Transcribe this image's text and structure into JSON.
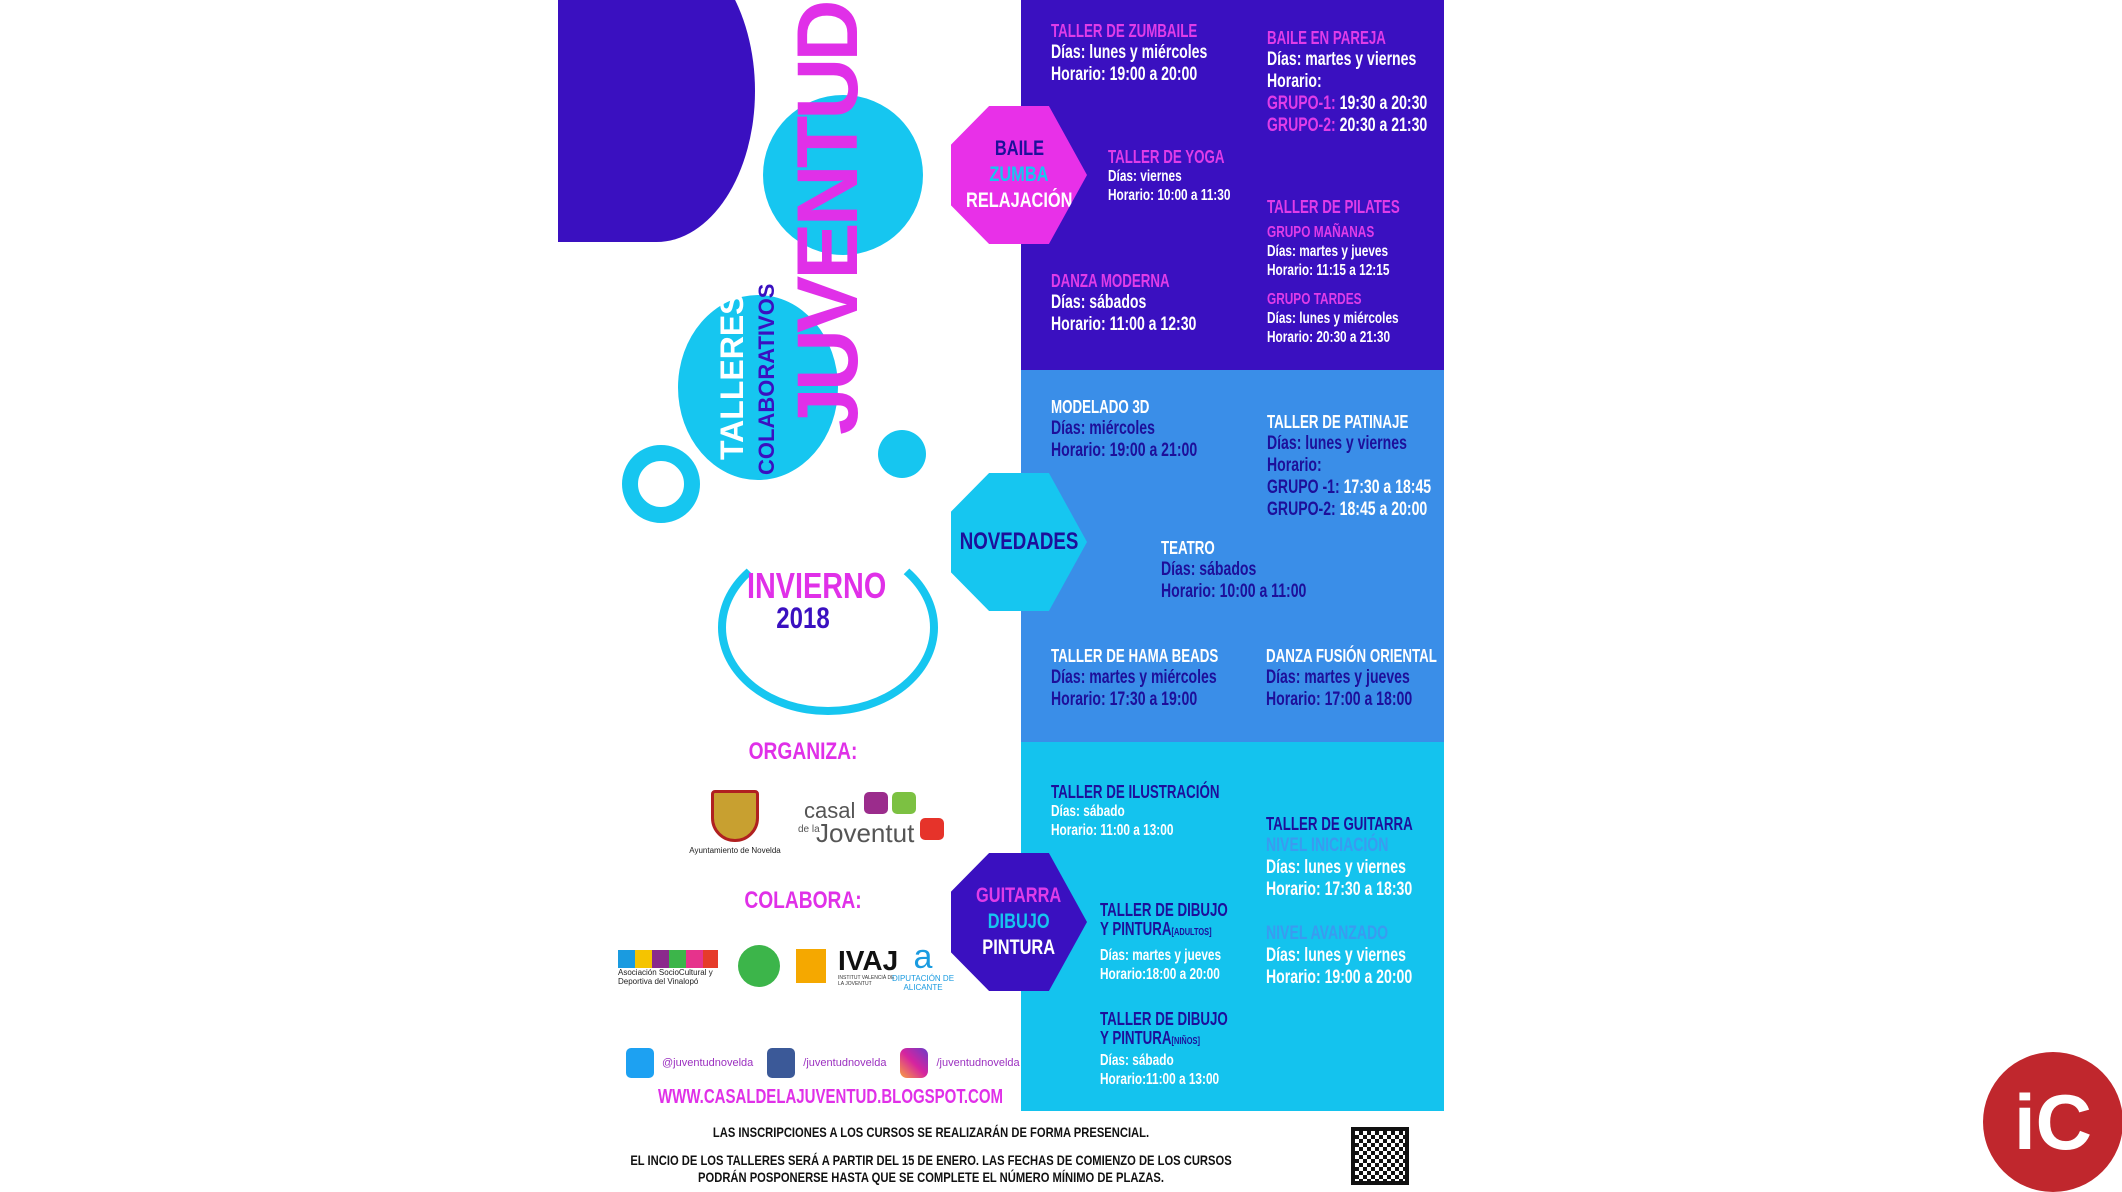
{
  "left": {
    "title": "JUVENTUD",
    "subtitle1": "TALLERES",
    "subtitle2": "COLABORATIVOS",
    "season": "INVIERNO",
    "year": "2018",
    "organiza": "ORGANIZA:",
    "ayto": "Ayuntamiento de Novelda",
    "casal1": "casal",
    "casal2": "de la",
    "casal3": "Joventut",
    "colabora": "COLABORA:",
    "assoc": "Asociación SocioCultural y Deportiva del Vinalopó",
    "ivaj": "IVAJ",
    "ivaj_sub": "INSTITUT VALENCIÀ DE LA JOVENTUT",
    "dip": "DIPUTACIÓN DE ALICANTE",
    "twitter": "@juventudnovelda",
    "facebook": "/juventudnovelda",
    "instagram": "/juventudnovelda",
    "web": "WWW.CASALDELAJUVENTUD.BLOGSPOT.COM"
  },
  "hex1": [
    "BAILE",
    "ZUMBA",
    "RELAJACIÓN"
  ],
  "hex2": [
    "NOVEDADES"
  ],
  "hex3": [
    "GUITARRA",
    "DIBUJO",
    "PINTURA"
  ],
  "s1": {
    "zumbaile": {
      "t": "TALLER DE ZUMBAILE",
      "l": [
        "Días: lunes y miércoles",
        "Horario: 19:00 a 20:00"
      ]
    },
    "pareja": {
      "t": "BAILE EN PAREJA",
      "l": [
        "Días: martes y viernes",
        "Horario:"
      ],
      "g1": "GRUPO-1:",
      "g1v": " 19:30 a 20:30",
      "g2": "GRUPO-2:",
      "g2v": " 20:30 a 21:30"
    },
    "yoga": {
      "t": "TALLER DE YOGA",
      "l": [
        "Días: viernes",
        "Horario: 10:00 a 11:30"
      ]
    },
    "pilates": {
      "t": "TALLER DE PILATES",
      "g1": "GRUPO MAÑANAS",
      "l1": [
        "Días: martes y jueves",
        "Horario: 11:15 a 12:15"
      ],
      "g2": "GRUPO TARDES",
      "l2": [
        "Días: lunes y miércoles",
        "Horario: 20:30 a 21:30"
      ]
    },
    "danza": {
      "t": "DANZA MODERNA",
      "l": [
        "Días: sábados",
        "Horario:  11:00 a 12:30"
      ]
    }
  },
  "s2": {
    "modelado": {
      "t": "MODELADO 3D",
      "l": [
        "Días: miércoles",
        "Horario: 19:00 a 21:00"
      ]
    },
    "patinaje": {
      "t": "TALLER DE PATINAJE",
      "l": [
        "Días: lunes y viernes",
        "Horario:"
      ],
      "g1": "GRUPO -1:",
      "g1v": " 17:30 a 18:45",
      "g2": "GRUPO-2:",
      "g2v": " 18:45 a 20:00"
    },
    "teatro": {
      "t": "TEATRO",
      "l": [
        "Días: sábados",
        "Horario: 10:00 a 11:00"
      ]
    },
    "hama": {
      "t": "TALLER DE HAMA BEADS",
      "l": [
        "Días: martes y miércoles",
        "Horario: 17:30 a 19:00"
      ]
    },
    "fusion": {
      "t": "DANZA FUSIÓN ORIENTAL",
      "l": [
        "Días: martes y jueves",
        "Horario: 17:00 a 18:00"
      ]
    }
  },
  "s3": {
    "ilustracion": {
      "t": "TALLER DE ILUSTRACIÓN",
      "l": [
        "Días: sábado",
        "Horario: 11:00 a 13:00"
      ]
    },
    "guitarra": {
      "t": "TALLER DE GUITARRA",
      "g1": "NIVEL INICIACIÓN",
      "l1": [
        "Días: lunes y viernes",
        "Horario: 17:30 a 18:30"
      ],
      "g2": "NIVEL AVANZADO",
      "l2": [
        "Días: lunes y viernes",
        "Horario: 19:00 a 20:00"
      ]
    },
    "adultos": {
      "t1": "TALLER DE DIBUJO",
      "t2": "Y PINTURA",
      "tag": "[ADULTOS]",
      "l": [
        "Días: martes y jueves",
        "Horario:18:00 a 20:00"
      ]
    },
    "ninos": {
      "t1": "TALLER DE DIBUJO",
      "t2": "Y PINTURA",
      "tag": "[NIÑOS]",
      "l": [
        "Días: sábado",
        "Horario:11:00 a 13:00"
      ]
    }
  },
  "footer": {
    "l1": "LAS INSCRIPCIONES A LOS CURSOS SE REALIZARÁN DE FORMA PRESENCIAL.",
    "l2": "EL INCIO DE LOS TALLERES SERÁ A PARTIR DEL 15 DE ENERO.  LAS FECHAS DE COMIENZO DE LOS CURSOS",
    "l3": "PODRÁN POSPONERSE HASTA QUE SE COMPLETE EL NÚMERO MÍNIMO DE PLAZAS."
  },
  "badge": "iC"
}
